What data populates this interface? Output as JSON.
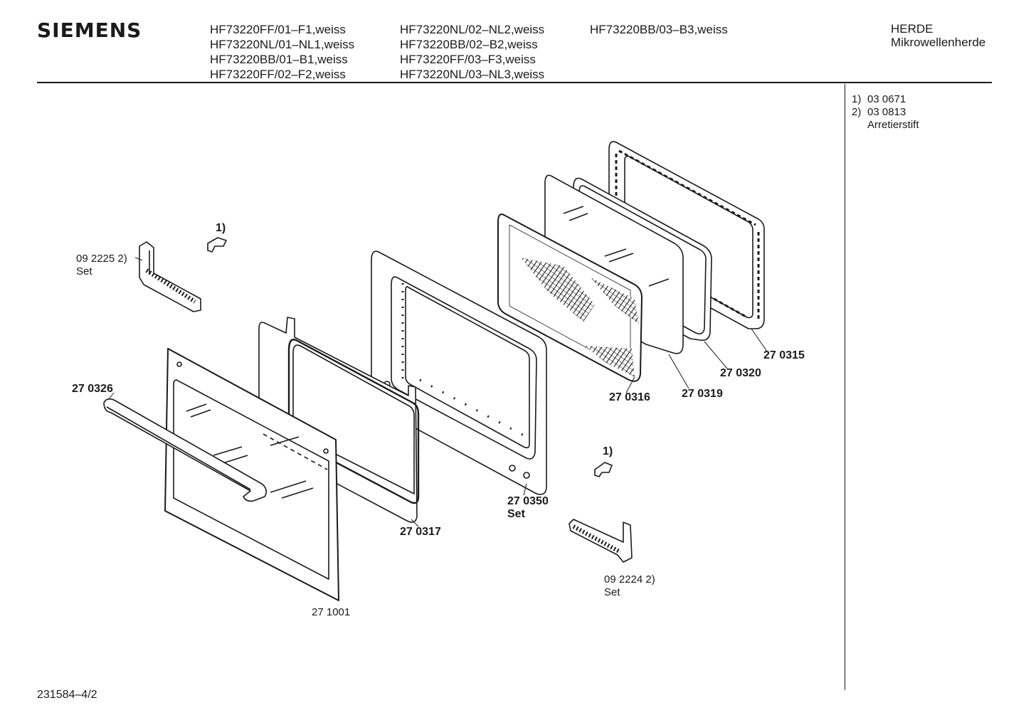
{
  "header": {
    "brand": "SIEMENS",
    "models_col1": [
      "HF73220FF/01–F1,weiss",
      "HF73220NL/01–NL1,weiss",
      "HF73220BB/01–B1,weiss",
      "HF73220FF/02–F2,weiss"
    ],
    "models_col2": [
      "HF73220NL/02–NL2,weiss",
      "HF73220BB/02–B2,weiss",
      "HF73220FF/03–F3,weiss",
      "HF73220NL/03–NL3,weiss"
    ],
    "models_col3": [
      "HF73220BB/03–B3,weiss"
    ],
    "category": "HERDE",
    "subcategory": "Mikrowellenherde"
  },
  "notes": [
    {
      "num": "1)",
      "text": "03 0671"
    },
    {
      "num": "2)",
      "text": "03 0813"
    },
    {
      "num": "",
      "text": "Arretierstift"
    }
  ],
  "parts": {
    "hinge_left_num": "09 2225 2)",
    "hinge_left_set": "Set",
    "pin_top": "1)",
    "pin_bottom": "1)",
    "handle": "27 0326",
    "outer_door": "27 1001",
    "door_panel": "27 0317",
    "frame_num": "27 0350",
    "frame_set": "Set",
    "glass_screen": "27 0316",
    "glass": "27 0319",
    "seal": "27 0320",
    "choke_frame": "27 0315",
    "hinge_right_num": "09 2224 2)",
    "hinge_right_set": "Set"
  },
  "footer": {
    "doc_number": "231584–4/2"
  }
}
